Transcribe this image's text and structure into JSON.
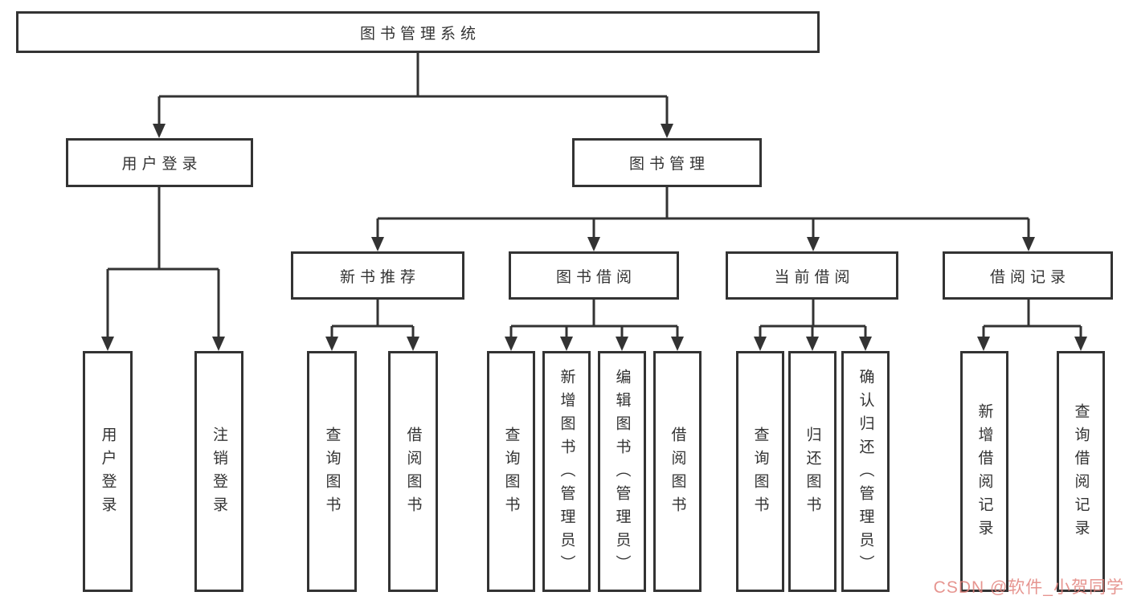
{
  "diagram": {
    "type": "hierarchy-tree",
    "tree": {
      "label": "图书管理系统",
      "children": [
        {
          "label": "用户登录",
          "children": [
            {
              "label": "用户登录"
            },
            {
              "label": "注销登录"
            }
          ]
        },
        {
          "label": "图书管理",
          "children": [
            {
              "label": "新书推荐",
              "children": [
                {
                  "label": "查询图书"
                },
                {
                  "label": "借阅图书"
                }
              ]
            },
            {
              "label": "图书借阅",
              "children": [
                {
                  "label": "查询图书"
                },
                {
                  "label": "新增图书（管理员）"
                },
                {
                  "label": "编辑图书（管理员）"
                },
                {
                  "label": "借阅图书"
                }
              ]
            },
            {
              "label": "当前借阅",
              "children": [
                {
                  "label": "查询图书"
                },
                {
                  "label": "归还图书"
                },
                {
                  "label": "确认归还（管理员）"
                }
              ]
            },
            {
              "label": "借阅记录",
              "children": [
                {
                  "label": "新增借阅记录"
                },
                {
                  "label": "查询借阅记录"
                }
              ]
            }
          ]
        }
      ]
    },
    "colors": {
      "line": "#333333",
      "box_border": "#333333",
      "text": "#333333",
      "background": "#ffffff",
      "watermark": "#e2827d"
    }
  },
  "watermark": {
    "text": "CSDN @软件_小贺同学"
  }
}
